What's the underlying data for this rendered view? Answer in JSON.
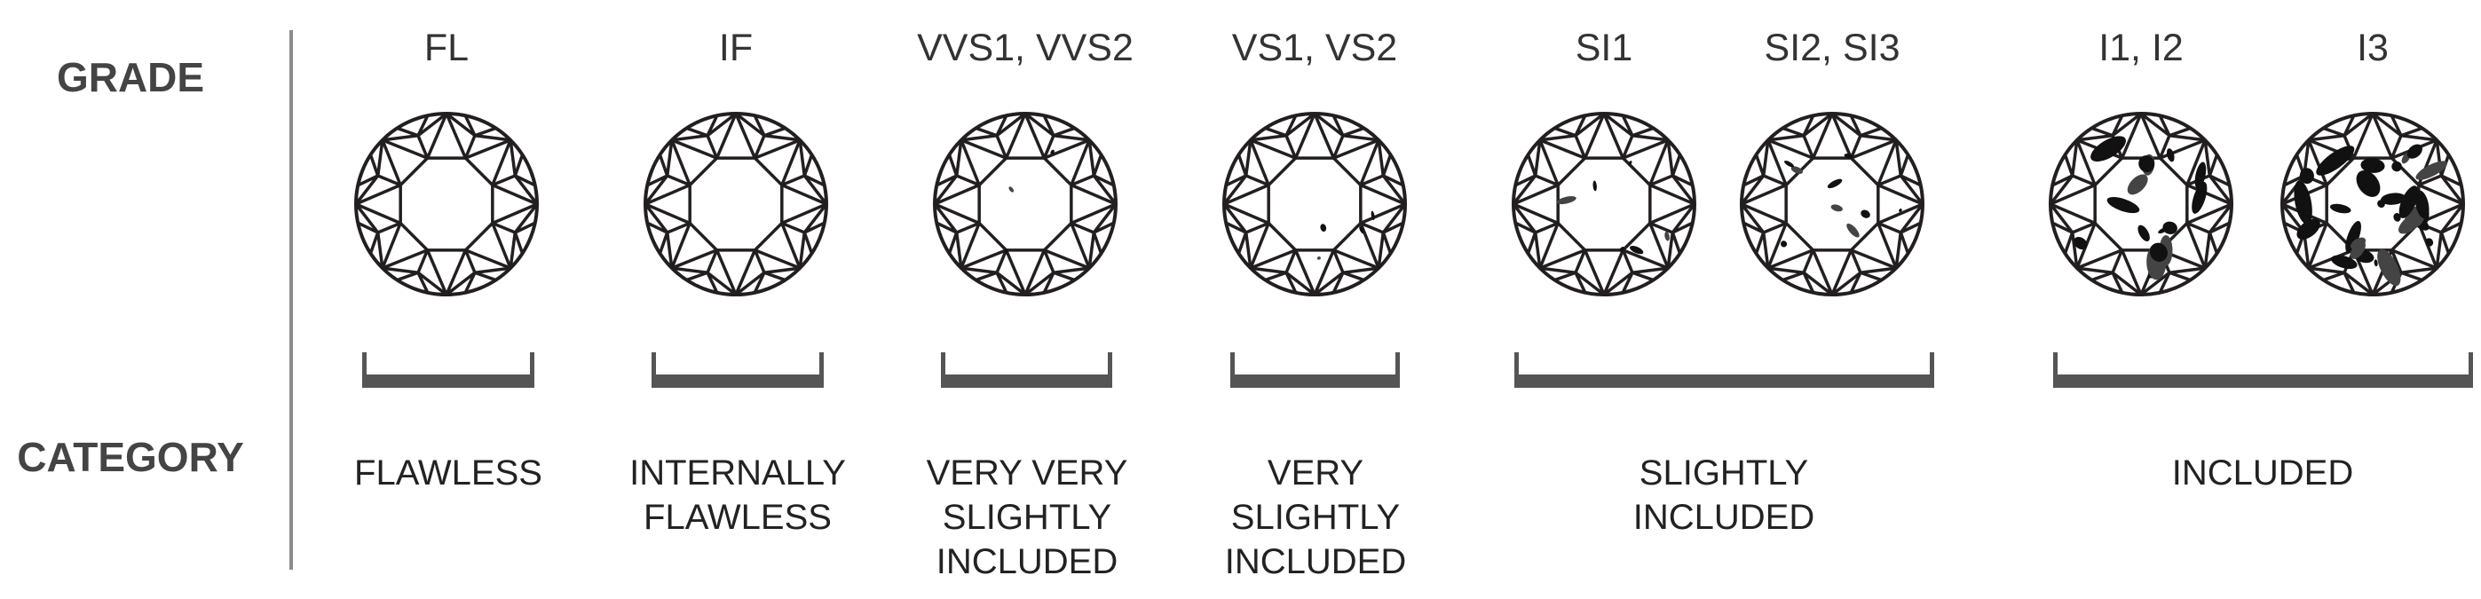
{
  "row_labels": {
    "grade": "GRADE",
    "category": "CATEGORY"
  },
  "grades": [
    "FL",
    "IF",
    "VVS1, VVS2",
    "VS1, VS2",
    "SI1",
    "SI2, SI3",
    "I1, I2",
    "I3"
  ],
  "categories": [
    {
      "label": "FLAWLESS"
    },
    {
      "label": "INTERNALLY\nFLAWLESS"
    },
    {
      "label": "VERY VERY\nSLIGHTLY\nINCLUDED"
    },
    {
      "label": "VERY\nSLIGHTLY\nINCLUDED"
    },
    {
      "label": "SLIGHTLY\nINCLUDED"
    },
    {
      "label": "INCLUDED"
    }
  ],
  "colors": {
    "label": "#444444",
    "bracket": "#555555",
    "divider": "#8a8a8a",
    "outline": "#231f20"
  }
}
